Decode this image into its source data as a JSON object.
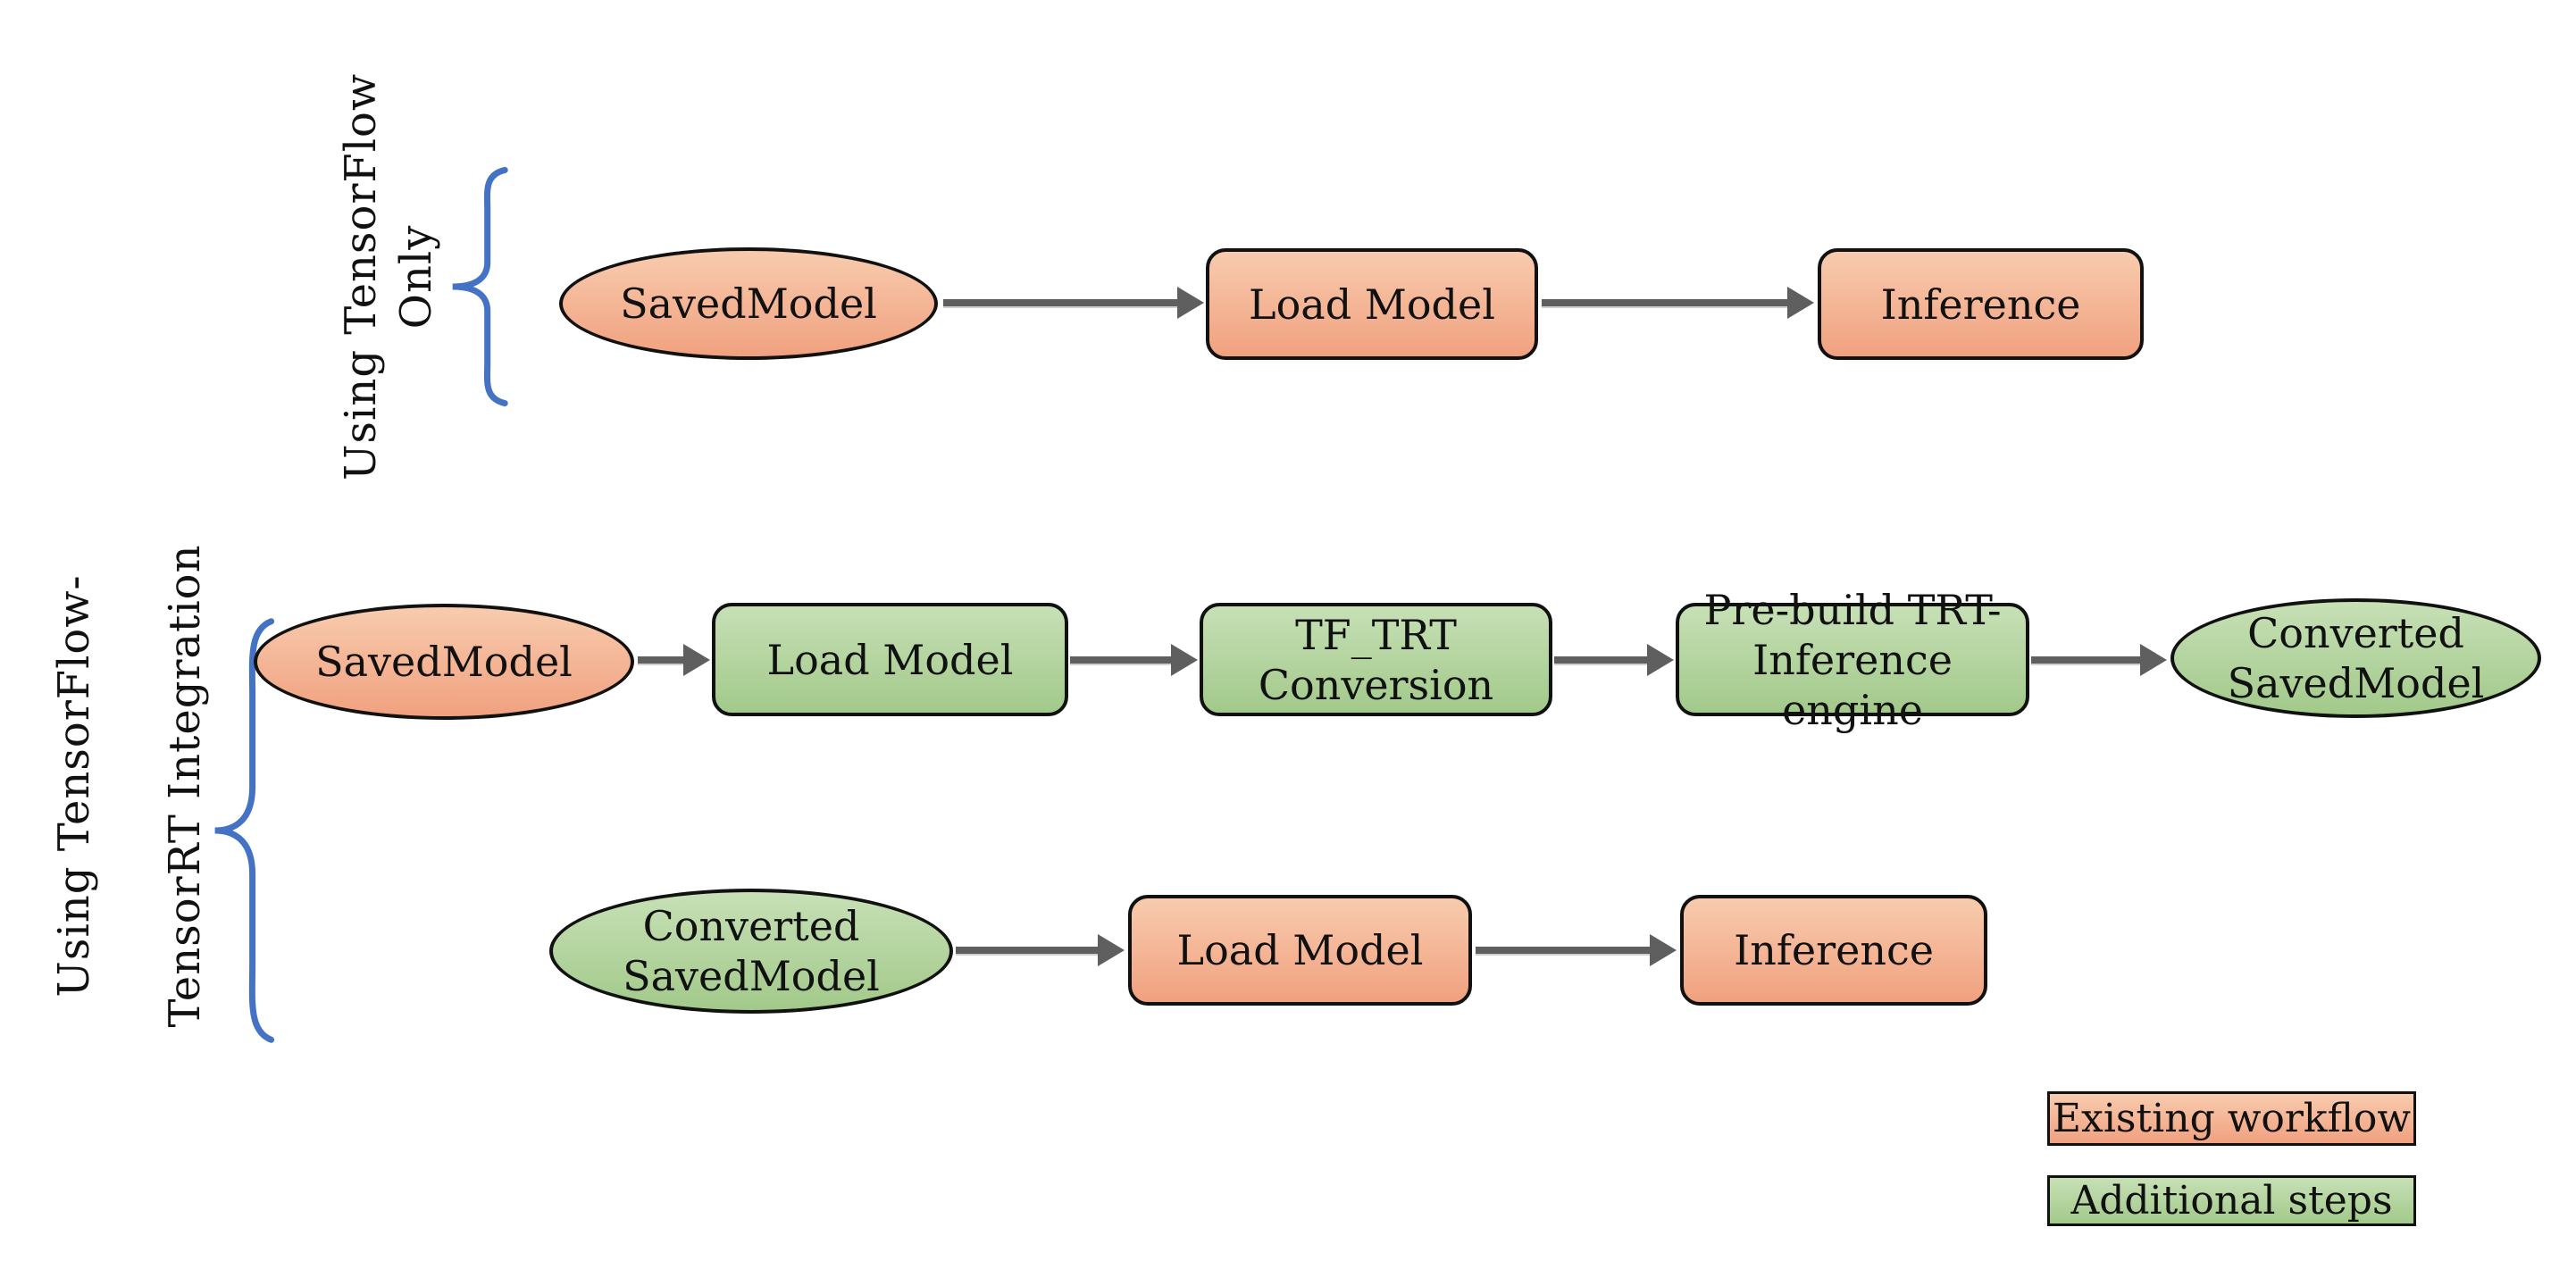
{
  "sections": {
    "tensorflow_only": {
      "label": "Using TensorFlow Only"
    },
    "tensorrt_integration": {
      "label_line1": "Using TensorFlow-",
      "label_line2": "TensorRT Integration"
    }
  },
  "nodes": {
    "row1_savedmodel": {
      "label": "SavedModel",
      "shape": "ellipse",
      "style": "existing"
    },
    "row1_load_model": {
      "label": "Load Model",
      "shape": "box",
      "style": "existing"
    },
    "row1_inference": {
      "label": "Inference",
      "shape": "box",
      "style": "existing"
    },
    "row2_savedmodel": {
      "label": "SavedModel",
      "shape": "ellipse",
      "style": "existing"
    },
    "row2_load_model": {
      "label": "Load Model",
      "shape": "box",
      "style": "additional"
    },
    "row2_tftrt": {
      "line1": "TF_TRT",
      "line2": "Conversion",
      "shape": "box",
      "style": "additional"
    },
    "row2_prebuild": {
      "line1": "Pre-build TRT-",
      "line2": "Inference engine",
      "shape": "box",
      "style": "additional"
    },
    "row2_converted": {
      "line1": "Converted",
      "line2": "SavedModel",
      "shape": "ellipse",
      "style": "additional"
    },
    "row3_converted": {
      "line1": "Converted",
      "line2": "SavedModel",
      "shape": "ellipse",
      "style": "additional"
    },
    "row3_load_model": {
      "label": "Load Model",
      "shape": "box",
      "style": "existing"
    },
    "row3_inference": {
      "label": "Inference",
      "shape": "box",
      "style": "existing"
    }
  },
  "legend": {
    "existing": {
      "label": "Existing workflow"
    },
    "additional": {
      "label": "Additional steps"
    }
  },
  "colors": {
    "existing_top": "#f8cbae",
    "existing_bottom": "#f0a17f",
    "additional_top": "#c7e0b6",
    "additional_bottom": "#a2c98a",
    "brace": "#4472c4",
    "arrow": "#5f5f5f",
    "border": "#111111",
    "text": "#111111"
  }
}
